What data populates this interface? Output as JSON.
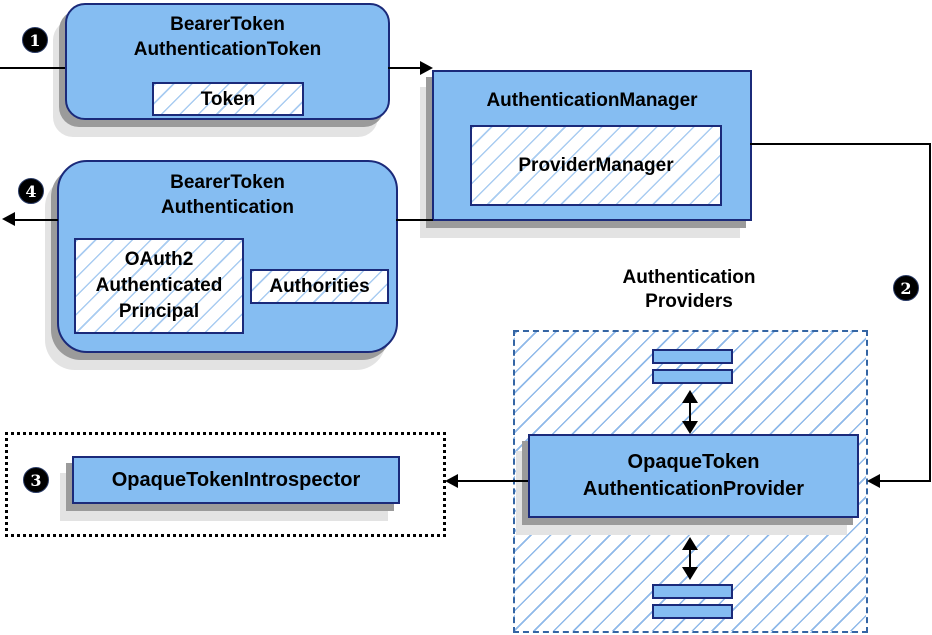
{
  "badges": {
    "step1": "1",
    "step2": "2",
    "step3": "3",
    "step4": "4"
  },
  "nodes": {
    "bearer_token_authentication_token": {
      "title1": "BearerToken",
      "title2": "AuthenticationToken",
      "token": "Token"
    },
    "authentication_manager": {
      "title": "AuthenticationManager",
      "provider_manager": "ProviderManager"
    },
    "bearer_token_authentication": {
      "title1": "BearerToken",
      "title2": "Authentication",
      "principal1": "OAuth2",
      "principal2": "Authenticated",
      "principal3": "Principal",
      "authorities": "Authorities"
    },
    "providers_group": {
      "label1": "Authentication",
      "label2": "Providers"
    },
    "opaque_token_authentication_provider": {
      "title1": "OpaqueToken",
      "title2": "AuthenticationProvider"
    },
    "opaque_token_introspector": {
      "title": "OpaqueTokenIntrospector"
    }
  },
  "colors": {
    "box_fill": "#85BDF2",
    "box_border": "#1B2A7A",
    "hatch_line": "#A9CCF1",
    "hatch_line_strong": "#8FB9E9",
    "dashed_border": "#3465A4",
    "dotted_border": "#000000",
    "shadow_dark": "#9B9B9B",
    "shadow_light": "#E3E3E3",
    "arrow": "#000000",
    "badge_bg": "#000000",
    "badge_text": "#FFFFFF"
  }
}
